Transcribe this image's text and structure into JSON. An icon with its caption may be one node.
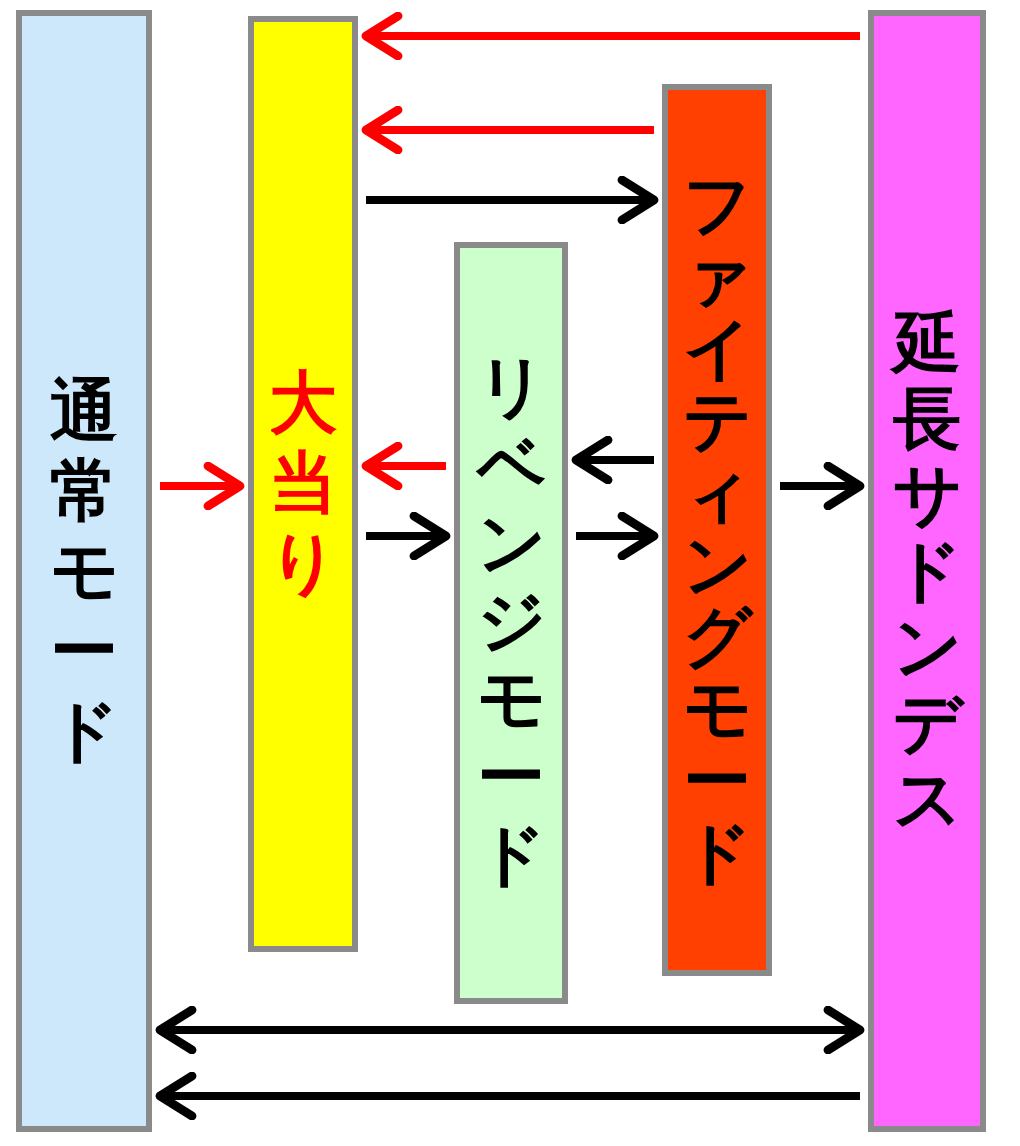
{
  "diagram": {
    "nodes": [
      {
        "text": [
          "通常モード"
        ]
      },
      {
        "text": [
          "大当り"
        ]
      },
      {
        "text": [
          "リベンジモード"
        ]
      },
      {
        "text": [
          "ファイティングモード"
        ]
      },
      {
        "text": [
          "延長サドンデス"
        ]
      }
    ],
    "edges": [
      {
        "from": 4,
        "to": 1,
        "arrow": "to",
        "color": "#ff0000"
      },
      {
        "from": 3,
        "to": 1,
        "arrow": "to",
        "color": "#ff0000"
      },
      {
        "from": 1,
        "to": 3,
        "arrow": "to"
      },
      {
        "from": 0,
        "to": 1,
        "arrow": "to",
        "color": "#ff0000"
      },
      {
        "from": 2,
        "to": 1,
        "arrow": "to",
        "color": "#ff0000"
      },
      {
        "from": 1,
        "to": 2,
        "arrow": "to"
      },
      {
        "from": 3,
        "to": 2,
        "arrow": "to"
      },
      {
        "from": 2,
        "to": 3,
        "arrow": "to"
      },
      {
        "from": 3,
        "to": 4,
        "arrow": "to"
      },
      {
        "from": 0,
        "to": 4,
        "arrow": "both"
      },
      {
        "from": 4,
        "to": 0,
        "arrow": "to"
      }
    ]
  }
}
